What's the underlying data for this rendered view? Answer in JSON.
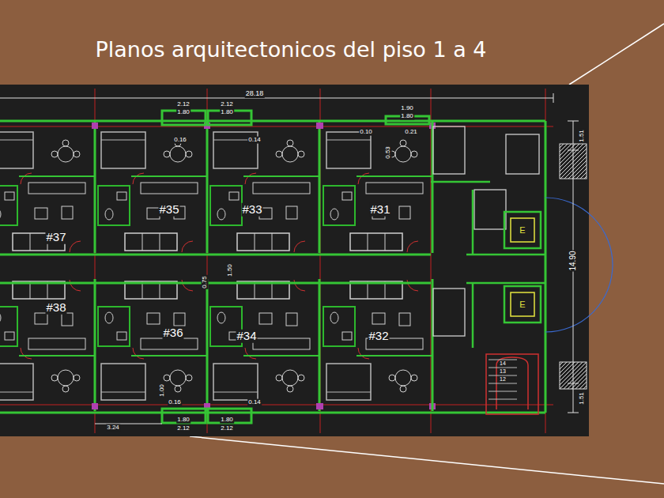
{
  "diagram": {
    "title": "Planos arquitectonicos del piso 1 a 4",
    "labels": [
      "28.18",
      "2.12",
      "1.80",
      "2.12",
      "1.80",
      "1.90",
      "1.80",
      "0.10",
      "0.21",
      "0.53",
      "0.16",
      "0.14",
      "#35",
      "#33",
      "#31",
      "#37",
      "#38",
      "1.50",
      "0.75",
      "#36",
      "#34",
      "#32",
      "E",
      "E",
      "14",
      "13",
      "12",
      "14.90",
      "1.51",
      "1.51",
      "1.00",
      "0.16",
      "0.14",
      "3.24",
      "1.80",
      "2.12",
      "1.80",
      "2.12"
    ]
  }
}
